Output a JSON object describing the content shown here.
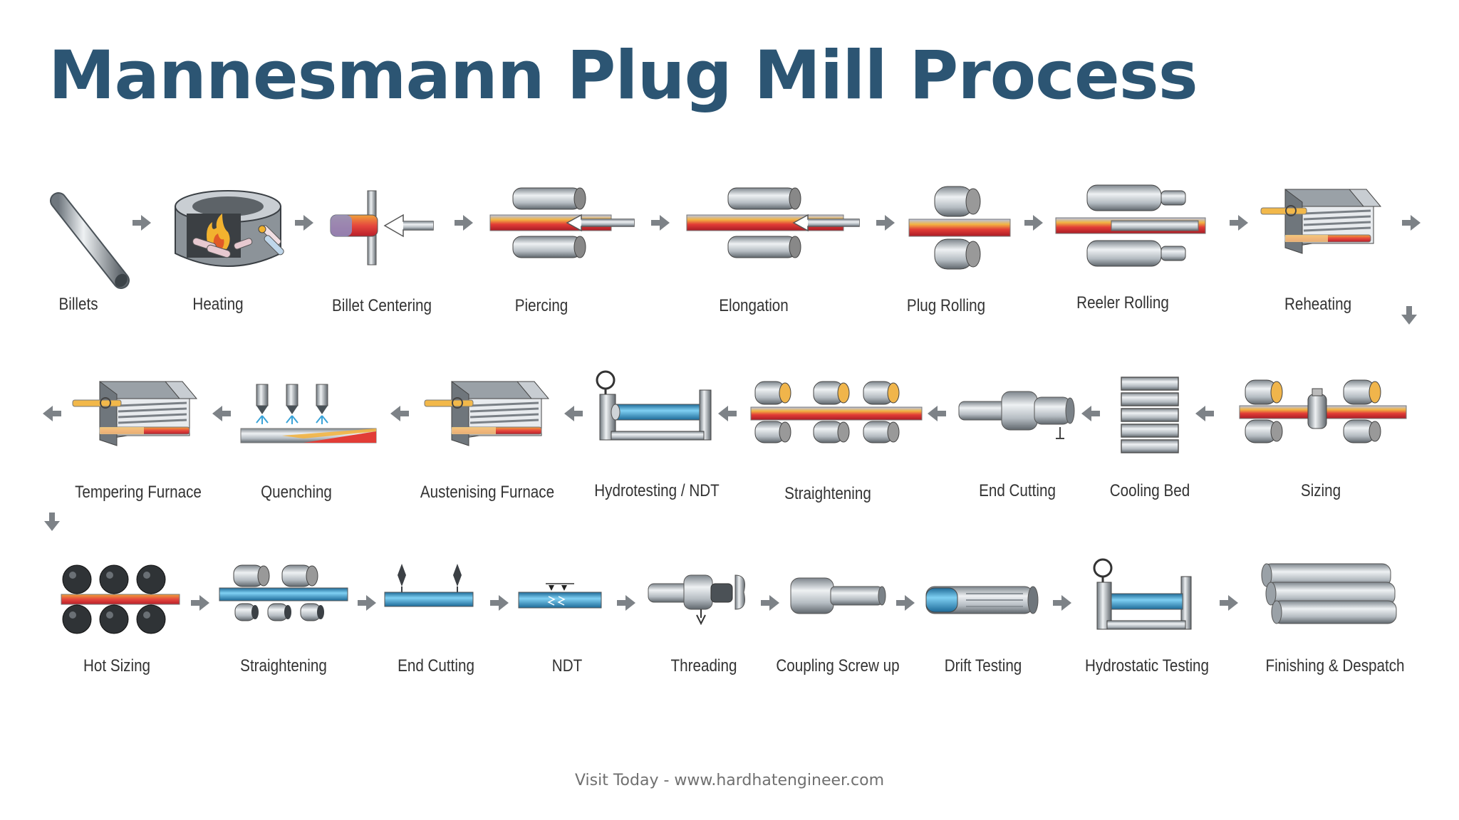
{
  "title": "Mannesmann Plug Mill Process",
  "footer": "Visit Today - www.hardhatengineer.com",
  "colors": {
    "title": "#2c5573",
    "hot": "#d4343c",
    "cold": "#3aa3d8",
    "steel": "#b8bec4"
  },
  "steps": [
    {
      "id": "billets",
      "label": "Billets",
      "icon": "billet-icon"
    },
    {
      "id": "heating",
      "label": "Heating",
      "icon": "furnace-icon"
    },
    {
      "id": "billet-centering",
      "label": "Billet Centering",
      "icon": "centering-icon"
    },
    {
      "id": "piercing",
      "label": "Piercing",
      "icon": "piercing-mill-icon"
    },
    {
      "id": "elongation",
      "label": "Elongation",
      "icon": "elongation-mill-icon"
    },
    {
      "id": "plug-rolling",
      "label": "Plug Rolling",
      "icon": "plug-mill-icon"
    },
    {
      "id": "reeler-rolling",
      "label": "Reeler Rolling",
      "icon": "reeler-mill-icon"
    },
    {
      "id": "reheating",
      "label": "Reheating",
      "icon": "reheating-furnace-icon"
    },
    {
      "id": "sizing",
      "label": "Sizing",
      "icon": "sizing-mill-icon"
    },
    {
      "id": "cooling-bed",
      "label": "Cooling Bed",
      "icon": "cooling-bed-icon"
    },
    {
      "id": "end-cutting-1",
      "label": "End Cutting",
      "icon": "end-cutting-icon"
    },
    {
      "id": "straightening-1",
      "label": "Straightening",
      "icon": "straightener-icon"
    },
    {
      "id": "hydrotesting-ndt",
      "label": "Hydrotesting / NDT",
      "icon": "hydrotester-icon"
    },
    {
      "id": "austenising-furnace",
      "label": "Austenising Furnace",
      "icon": "austenising-furnace-icon"
    },
    {
      "id": "quenching",
      "label": "Quenching",
      "icon": "quenching-icon"
    },
    {
      "id": "tempering-furnace",
      "label": "Tempering Furnace",
      "icon": "tempering-furnace-icon"
    },
    {
      "id": "hot-sizing",
      "label": "Hot Sizing",
      "icon": "hot-sizing-icon"
    },
    {
      "id": "straightening-2",
      "label": "Straightening",
      "icon": "straightener-icon"
    },
    {
      "id": "end-cutting-2",
      "label": "End Cutting",
      "icon": "pipe-cutting-icon"
    },
    {
      "id": "ndt",
      "label": "NDT",
      "icon": "ndt-icon"
    },
    {
      "id": "threading",
      "label": "Threading",
      "icon": "threading-icon"
    },
    {
      "id": "coupling-screw-up",
      "label": "Coupling Screw up",
      "icon": "coupling-icon"
    },
    {
      "id": "drift-testing",
      "label": "Drift Testing",
      "icon": "drift-test-icon"
    },
    {
      "id": "hydrostatic-testing",
      "label": "Hydrostatic Testing",
      "icon": "hydrostatic-tester-icon"
    },
    {
      "id": "finishing-despatch",
      "label": "Finishing & Despatch",
      "icon": "pipe-stack-icon"
    }
  ]
}
